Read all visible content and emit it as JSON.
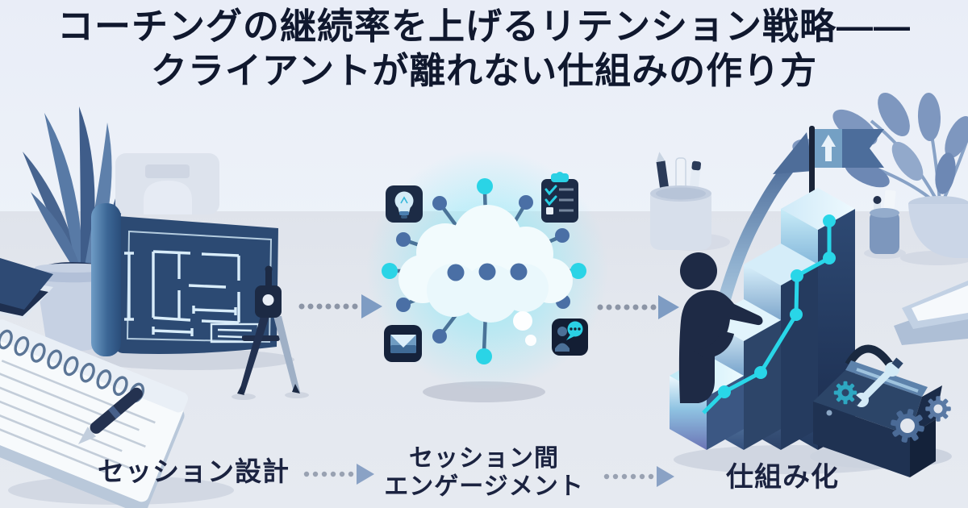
{
  "meta": {
    "type": "blog-hero-illustration",
    "language": "ja",
    "theme": "coaching-retention-strategy"
  },
  "title": {
    "line1": "コーチングの継続率を上げるリテンション戦略——",
    "line2": "クライアントが離れない仕組みの作り方"
  },
  "flow": {
    "connector": "dotted-arrow-right",
    "steps": [
      {
        "id": "session-design",
        "label": "セッション設計",
        "illustration": "blueprint-with-compass"
      },
      {
        "id": "between-session-engagement",
        "label_line1": "セッション間",
        "label_line2": "エンゲージメント",
        "illustration": "glowing-cloud-network-hub"
      },
      {
        "id": "systematization",
        "label": "仕組み化",
        "illustration": "person-building-step-blocks"
      }
    ]
  },
  "icons": {
    "idea": "lightbulb-icon",
    "checklist": "clipboard-check-icon",
    "message": "envelope-icon",
    "engagement": "user-chat-bubble-icon",
    "hub": "cloud-icon",
    "growth": "curved-up-arrow-icon",
    "goal": "flag-up-arrow-icon",
    "tools": "toolbox-wrench-icon",
    "process": "gear-icon",
    "flow": "dotted-arrow-icon"
  },
  "colors": {
    "wall": "#edf2f9",
    "desk": "#e3e7ee",
    "title_text": "#10182e",
    "label_text": "#1b2340",
    "dark_navy": "#1c2b45",
    "slate_blue": "#4e6f9c",
    "accent_cyan": "#2ad4e6",
    "ice_blue": "#d5ecf7",
    "blueprint": "#2c4a73"
  }
}
